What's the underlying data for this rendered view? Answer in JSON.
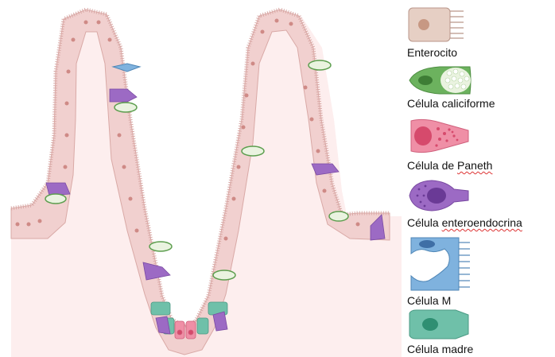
{
  "legend": {
    "items": [
      {
        "label": "Enterocito",
        "icon": "enterocyte-icon",
        "color": "#e6cfc4"
      },
      {
        "label": "Célula caliciforme",
        "icon": "goblet-cell-icon",
        "color": "#6cb25e"
      },
      {
        "label_prefix": "Célula de ",
        "label_flagged": "Paneth",
        "label_suffix": "",
        "icon": "paneth-cell-icon",
        "color": "#ef8fa6"
      },
      {
        "label_prefix": "Célula ",
        "label_flagged": "enteroendocrina",
        "label_suffix": "",
        "icon": "enteroendocrine-cell-icon",
        "color": "#9c6ac4"
      },
      {
        "label": "Célula M",
        "icon": "m-cell-icon",
        "color": "#7fb2de"
      },
      {
        "label": "Célula madre",
        "icon": "stem-cell-icon",
        "color": "#6fc0a9"
      }
    ]
  },
  "colors": {
    "tissue": "#f1d0cf",
    "tissue_stroke": "#d9a9a6",
    "nucleus": "#cf8a86",
    "lumen": "#fdeeee",
    "goblet": "#6cb25e",
    "paneth": "#ef8fa6",
    "enteroendocrine": "#9c6ac4",
    "m_cell": "#7fb2de",
    "stem": "#6fc0a9"
  }
}
